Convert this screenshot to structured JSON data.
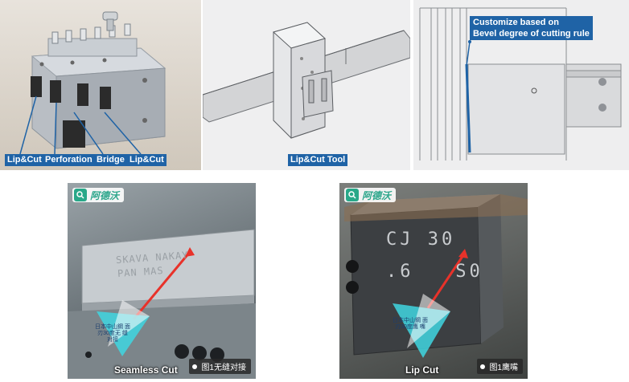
{
  "top_left": {
    "labels": [
      "Lip&Cut",
      "Perforation",
      "Bridge",
      "Lip&Cut"
    ]
  },
  "top_middle": {
    "label": "Lip&Cut Tool"
  },
  "top_right": {
    "note_line1": "Customize based on",
    "note_line2": "Bevel degree of cutting rule"
  },
  "bottom_left": {
    "brand": "阿德沃",
    "engraving_line1": "SKAVA NAKAY",
    "engraving_line2": "PAN MAS",
    "marker_text": "日本中山鋼 面刃30度无 缝对接",
    "label": "Seamless Cut",
    "caption": "图1无缝对接"
  },
  "bottom_right": {
    "brand": "阿德沃",
    "engraving_line1": "CJ 30",
    "engraving_line2": ".6   S0",
    "marker_text": "日本中山鋼 面刃30度鹰 嘴",
    "label": "Lip Cut",
    "caption": "图1鹰嘴"
  },
  "colors": {
    "label_bg": "#1f63a6",
    "arrow_red": "#e8322a",
    "marker_cyan": "#3fd6e0",
    "brand_green": "#29a889"
  }
}
